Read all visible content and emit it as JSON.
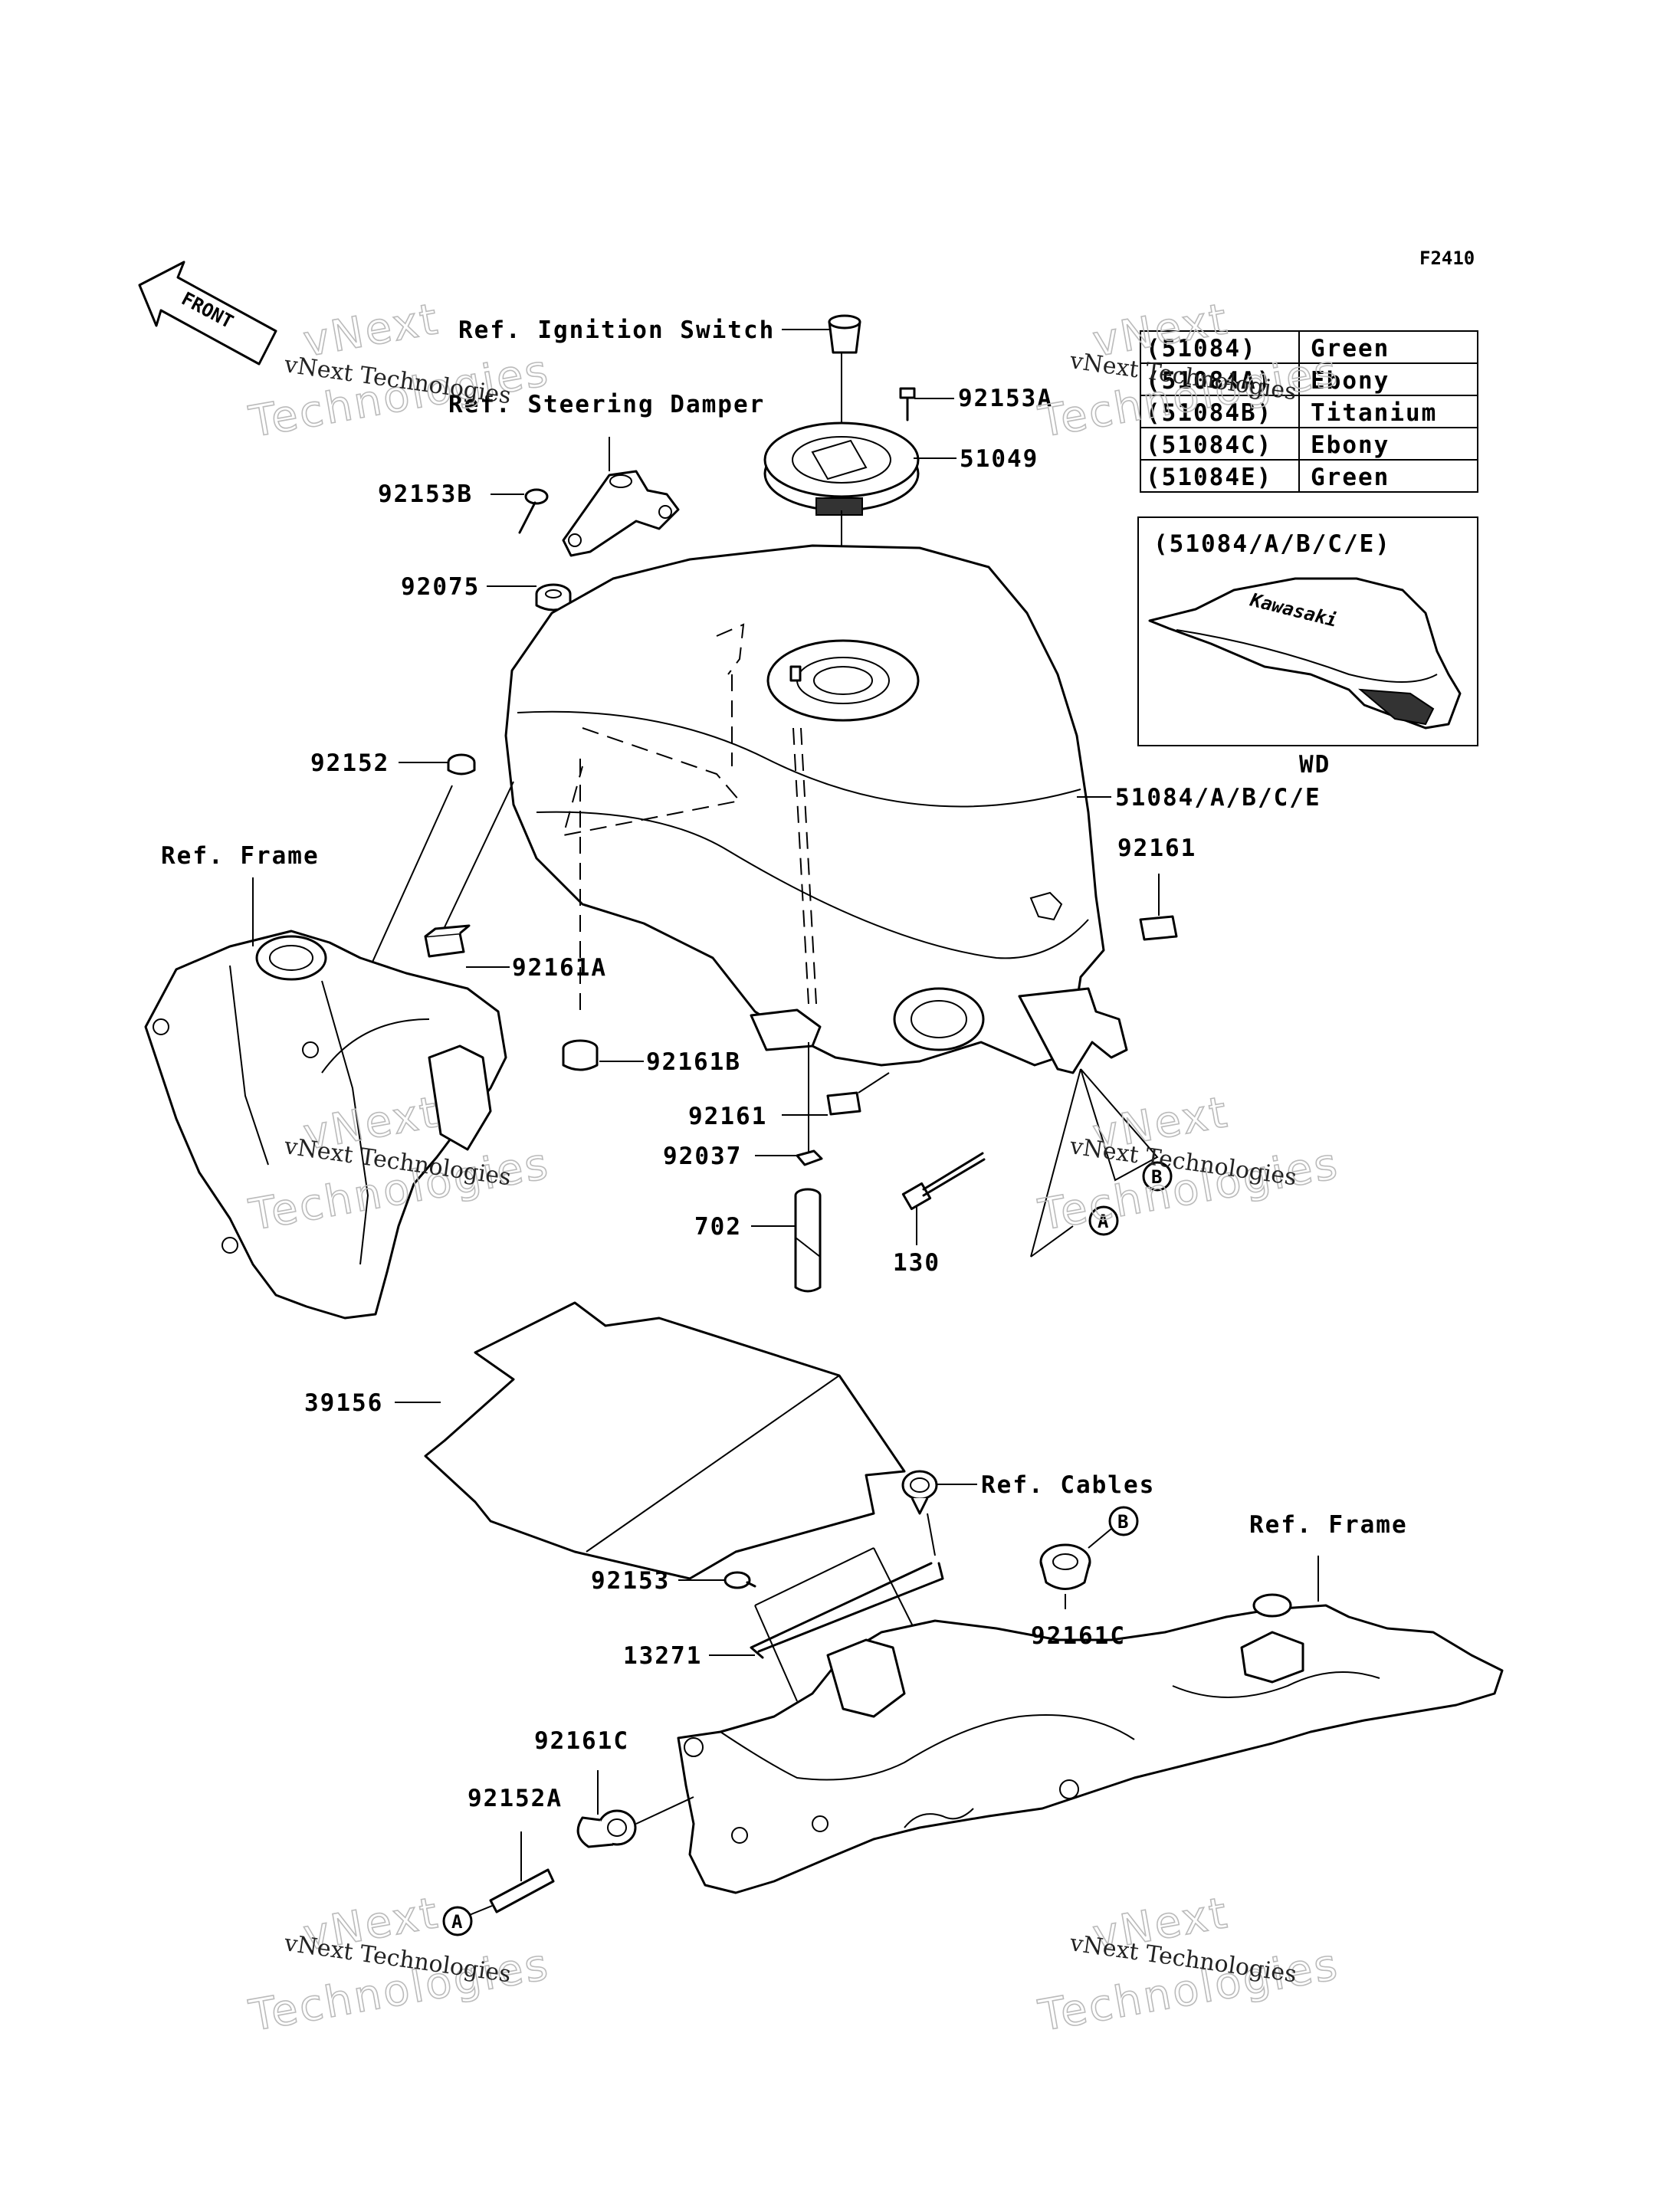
{
  "figure_code": "F2410",
  "front_label": "FRONT",
  "labels": {
    "ref_ignition_switch": "Ref. Ignition Switch",
    "ref_steering_damper": "Ref. Steering Damper",
    "p92153A": "92153A",
    "p51049": "51049",
    "p92153B": "92153B",
    "p92075": "92075",
    "p92152": "92152",
    "tank": "51084/A/B/C/E",
    "ref_frame_left": "Ref. Frame",
    "p92161_right": "92161",
    "p92161A": "92161A",
    "p92161B": "92161B",
    "p92161_mid": "92161",
    "p92037": "92037",
    "p702": "702",
    "p130": "130",
    "p39156": "39156",
    "ref_cables": "Ref. Cables",
    "ref_frame_right": "Ref. Frame",
    "p92153": "92153",
    "p13271": "13271",
    "p92161C_right": "92161C",
    "p92161C_left": "92161C",
    "p92152A": "92152A"
  },
  "callouts": {
    "a": "A",
    "b": "B"
  },
  "color_table": [
    {
      "part": "(51084)",
      "color": "Green"
    },
    {
      "part": "(51084A)",
      "color": "Ebony"
    },
    {
      "part": "(51084B)",
      "color": "Titanium"
    },
    {
      "part": "(51084C)",
      "color": "Ebony"
    },
    {
      "part": "(51084E)",
      "color": "Green"
    }
  ],
  "inset": {
    "title": "(51084/A/B/C/E)",
    "caption": "WD",
    "brand": "Kawasaki"
  },
  "watermark": {
    "line1": "vNext Technologies",
    "line2": "vNext",
    "line3": "Technologies"
  }
}
